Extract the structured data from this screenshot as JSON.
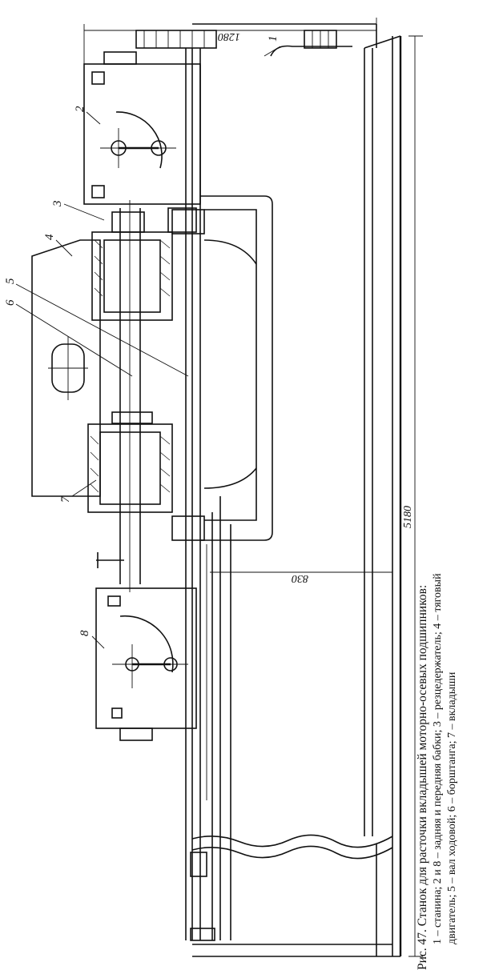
{
  "labels": {
    "l1": "1",
    "l2": "2",
    "l3": "3",
    "l4": "4",
    "l5": "5",
    "l6": "6",
    "l7": "7",
    "l8": "8"
  },
  "dimensions": {
    "width_1280": "1280",
    "length_5180": "5180",
    "gap_830": "830"
  },
  "caption": {
    "title": "Рис. 47. Станок для расточки вкладышей моторно-осевых подшипников:",
    "line1": "1 – станина; 2 и 8 – задняя и передняя бабки; 3 – резцедержатель; 4 – тяговый",
    "line2": "двигатель; 5 – вал ходовой; 6 – борштанга; 7 – вкладыши"
  }
}
